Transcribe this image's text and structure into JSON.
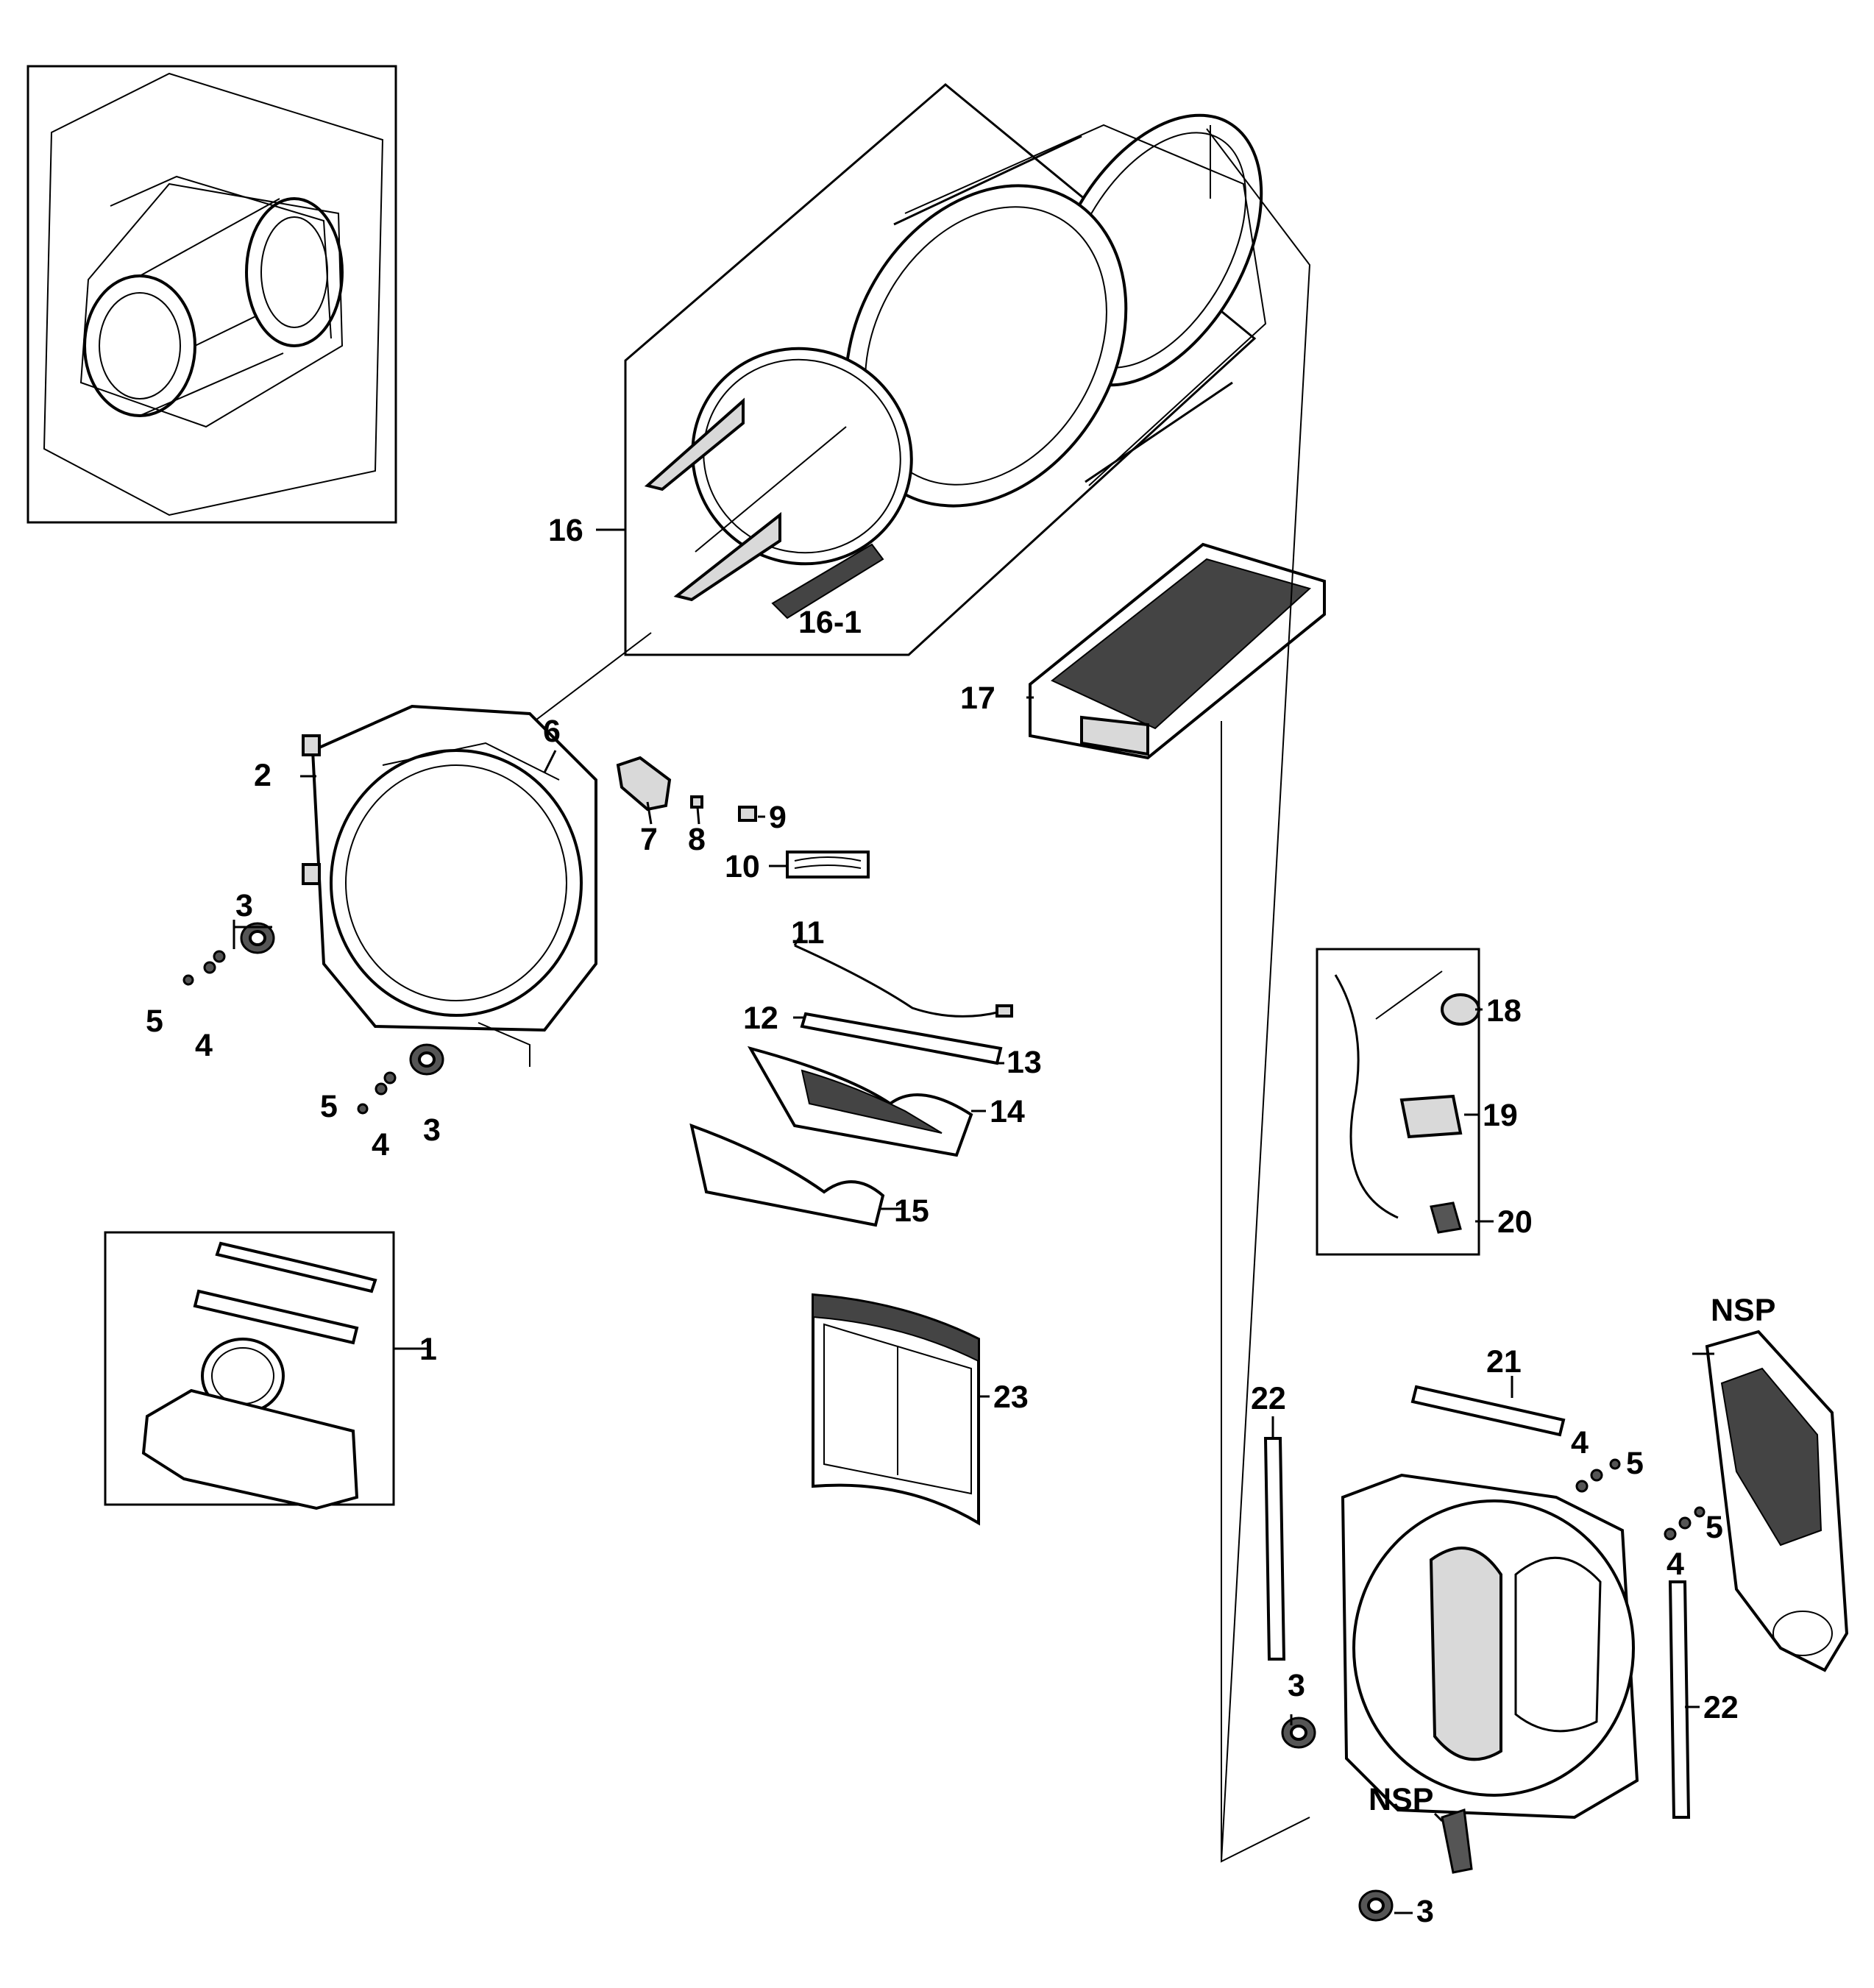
{
  "labels": {
    "p1": "1",
    "p2": "2",
    "p3a": "3",
    "p3b": "3",
    "p3c": "3",
    "p3d": "3",
    "p4a": "4",
    "p4b": "4",
    "p4c": "4",
    "p4d": "4",
    "p5a": "5",
    "p5b": "5",
    "p5c": "5",
    "p5d": "5",
    "p6": "6",
    "p7": "7",
    "p8": "8",
    "p9": "9",
    "p10": "10",
    "p11": "11",
    "p12": "12",
    "p13": "13",
    "p14": "14",
    "p15": "15",
    "p16": "16",
    "p16_1": "16-1",
    "p17": "17",
    "p18": "18",
    "p19": "19",
    "p20": "20",
    "p21": "21",
    "p22a": "22",
    "p22b": "22",
    "p23": "23",
    "nsp_a": "NSP",
    "nsp_b": "NSP"
  }
}
